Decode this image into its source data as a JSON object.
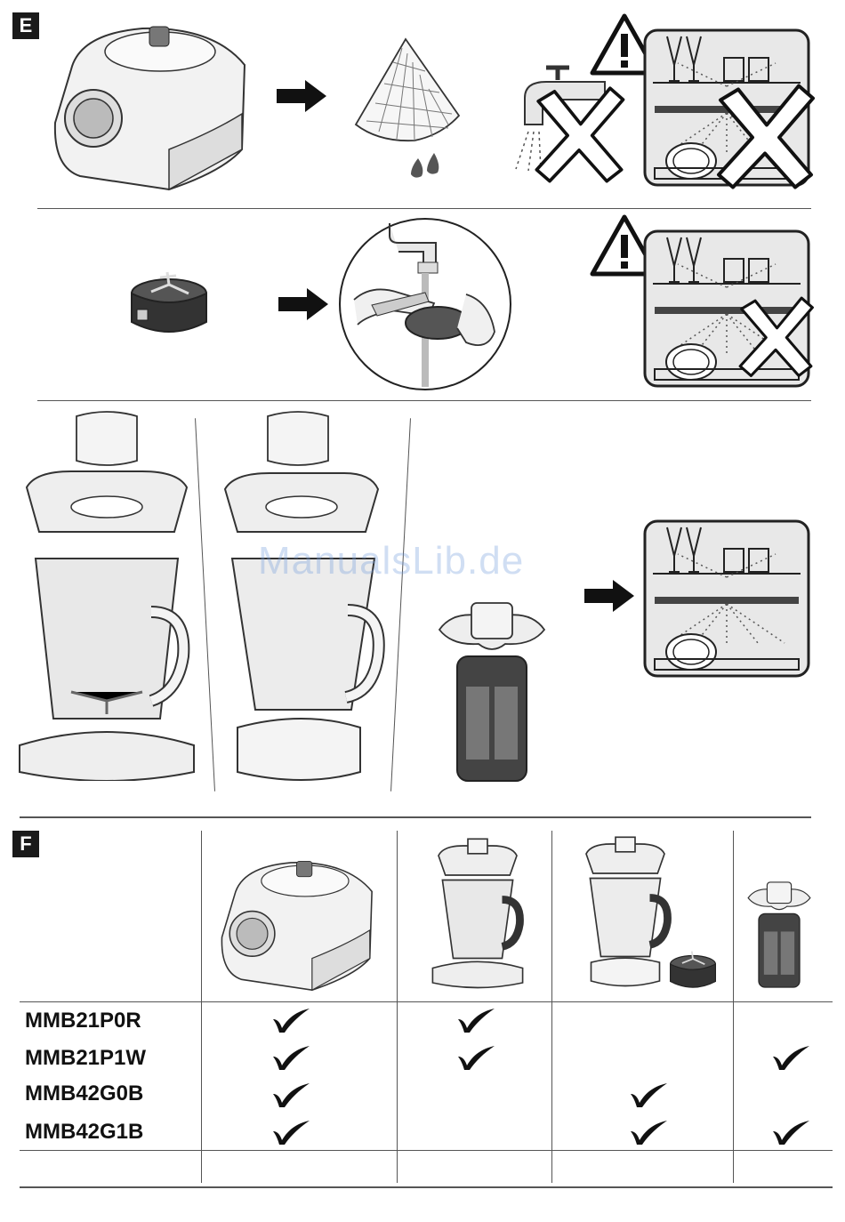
{
  "section_e": {
    "label": "E"
  },
  "section_f": {
    "label": "F"
  },
  "watermark": "ManualsLib.de",
  "icons": {
    "warning": "warning-triangle-icon",
    "arrow": "arrow-right-icon",
    "prohibited": "cross-out-icon",
    "check": "check-mark-icon"
  },
  "table": {
    "columns": [
      "motor-base",
      "blender-jug",
      "glass-jug-with-blade",
      "mini-chopper"
    ],
    "rows": [
      {
        "model": "MMB21P0R",
        "checks": [
          true,
          true,
          false,
          false
        ]
      },
      {
        "model": "MMB21P1W",
        "checks": [
          true,
          true,
          false,
          true
        ]
      },
      {
        "model": "MMB42G0B",
        "checks": [
          true,
          false,
          true,
          false
        ]
      },
      {
        "model": "MMB42G1B",
        "checks": [
          true,
          false,
          true,
          true
        ]
      }
    ]
  }
}
